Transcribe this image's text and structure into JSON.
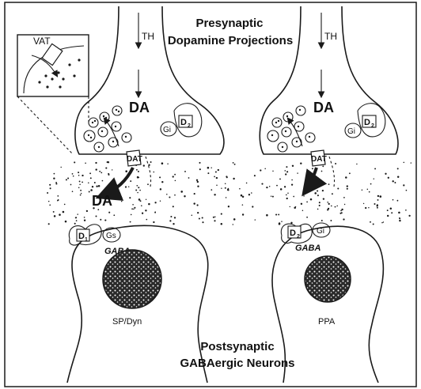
{
  "diagram": {
    "presynaptic_title_line1": "Presynaptic",
    "presynaptic_title_line2": "Dopamine Projections",
    "postsynaptic_title_line1": "Postsynaptic",
    "postsynaptic_title_line2": "GABAergic Neurons",
    "inset_label": "VAT",
    "left": {
      "th_label": "TH",
      "da_terminal_label": "DA",
      "da_released_label": "DA",
      "receptor_pre": "D",
      "receptor_pre_sub": "2",
      "g_protein_pre": "Gi",
      "transporter": "DAT",
      "receptor_post": "D",
      "receptor_post_sub": "1",
      "g_protein_post": "Gs",
      "neuron_label": "GABA",
      "peptide": "SP/Dyn"
    },
    "right": {
      "th_label": "TH",
      "da_terminal_label": "DA",
      "receptor_pre": "D",
      "receptor_pre_sub": "2",
      "g_protein_pre": "Gi",
      "transporter": "DAT",
      "receptor_post": "D",
      "receptor_post_sub": "2",
      "g_protein_post": "Gi",
      "neuron_label": "GABA",
      "peptide": "PPA"
    }
  },
  "colors": {
    "ink": "#1a1a1a",
    "background": "#ffffff"
  }
}
